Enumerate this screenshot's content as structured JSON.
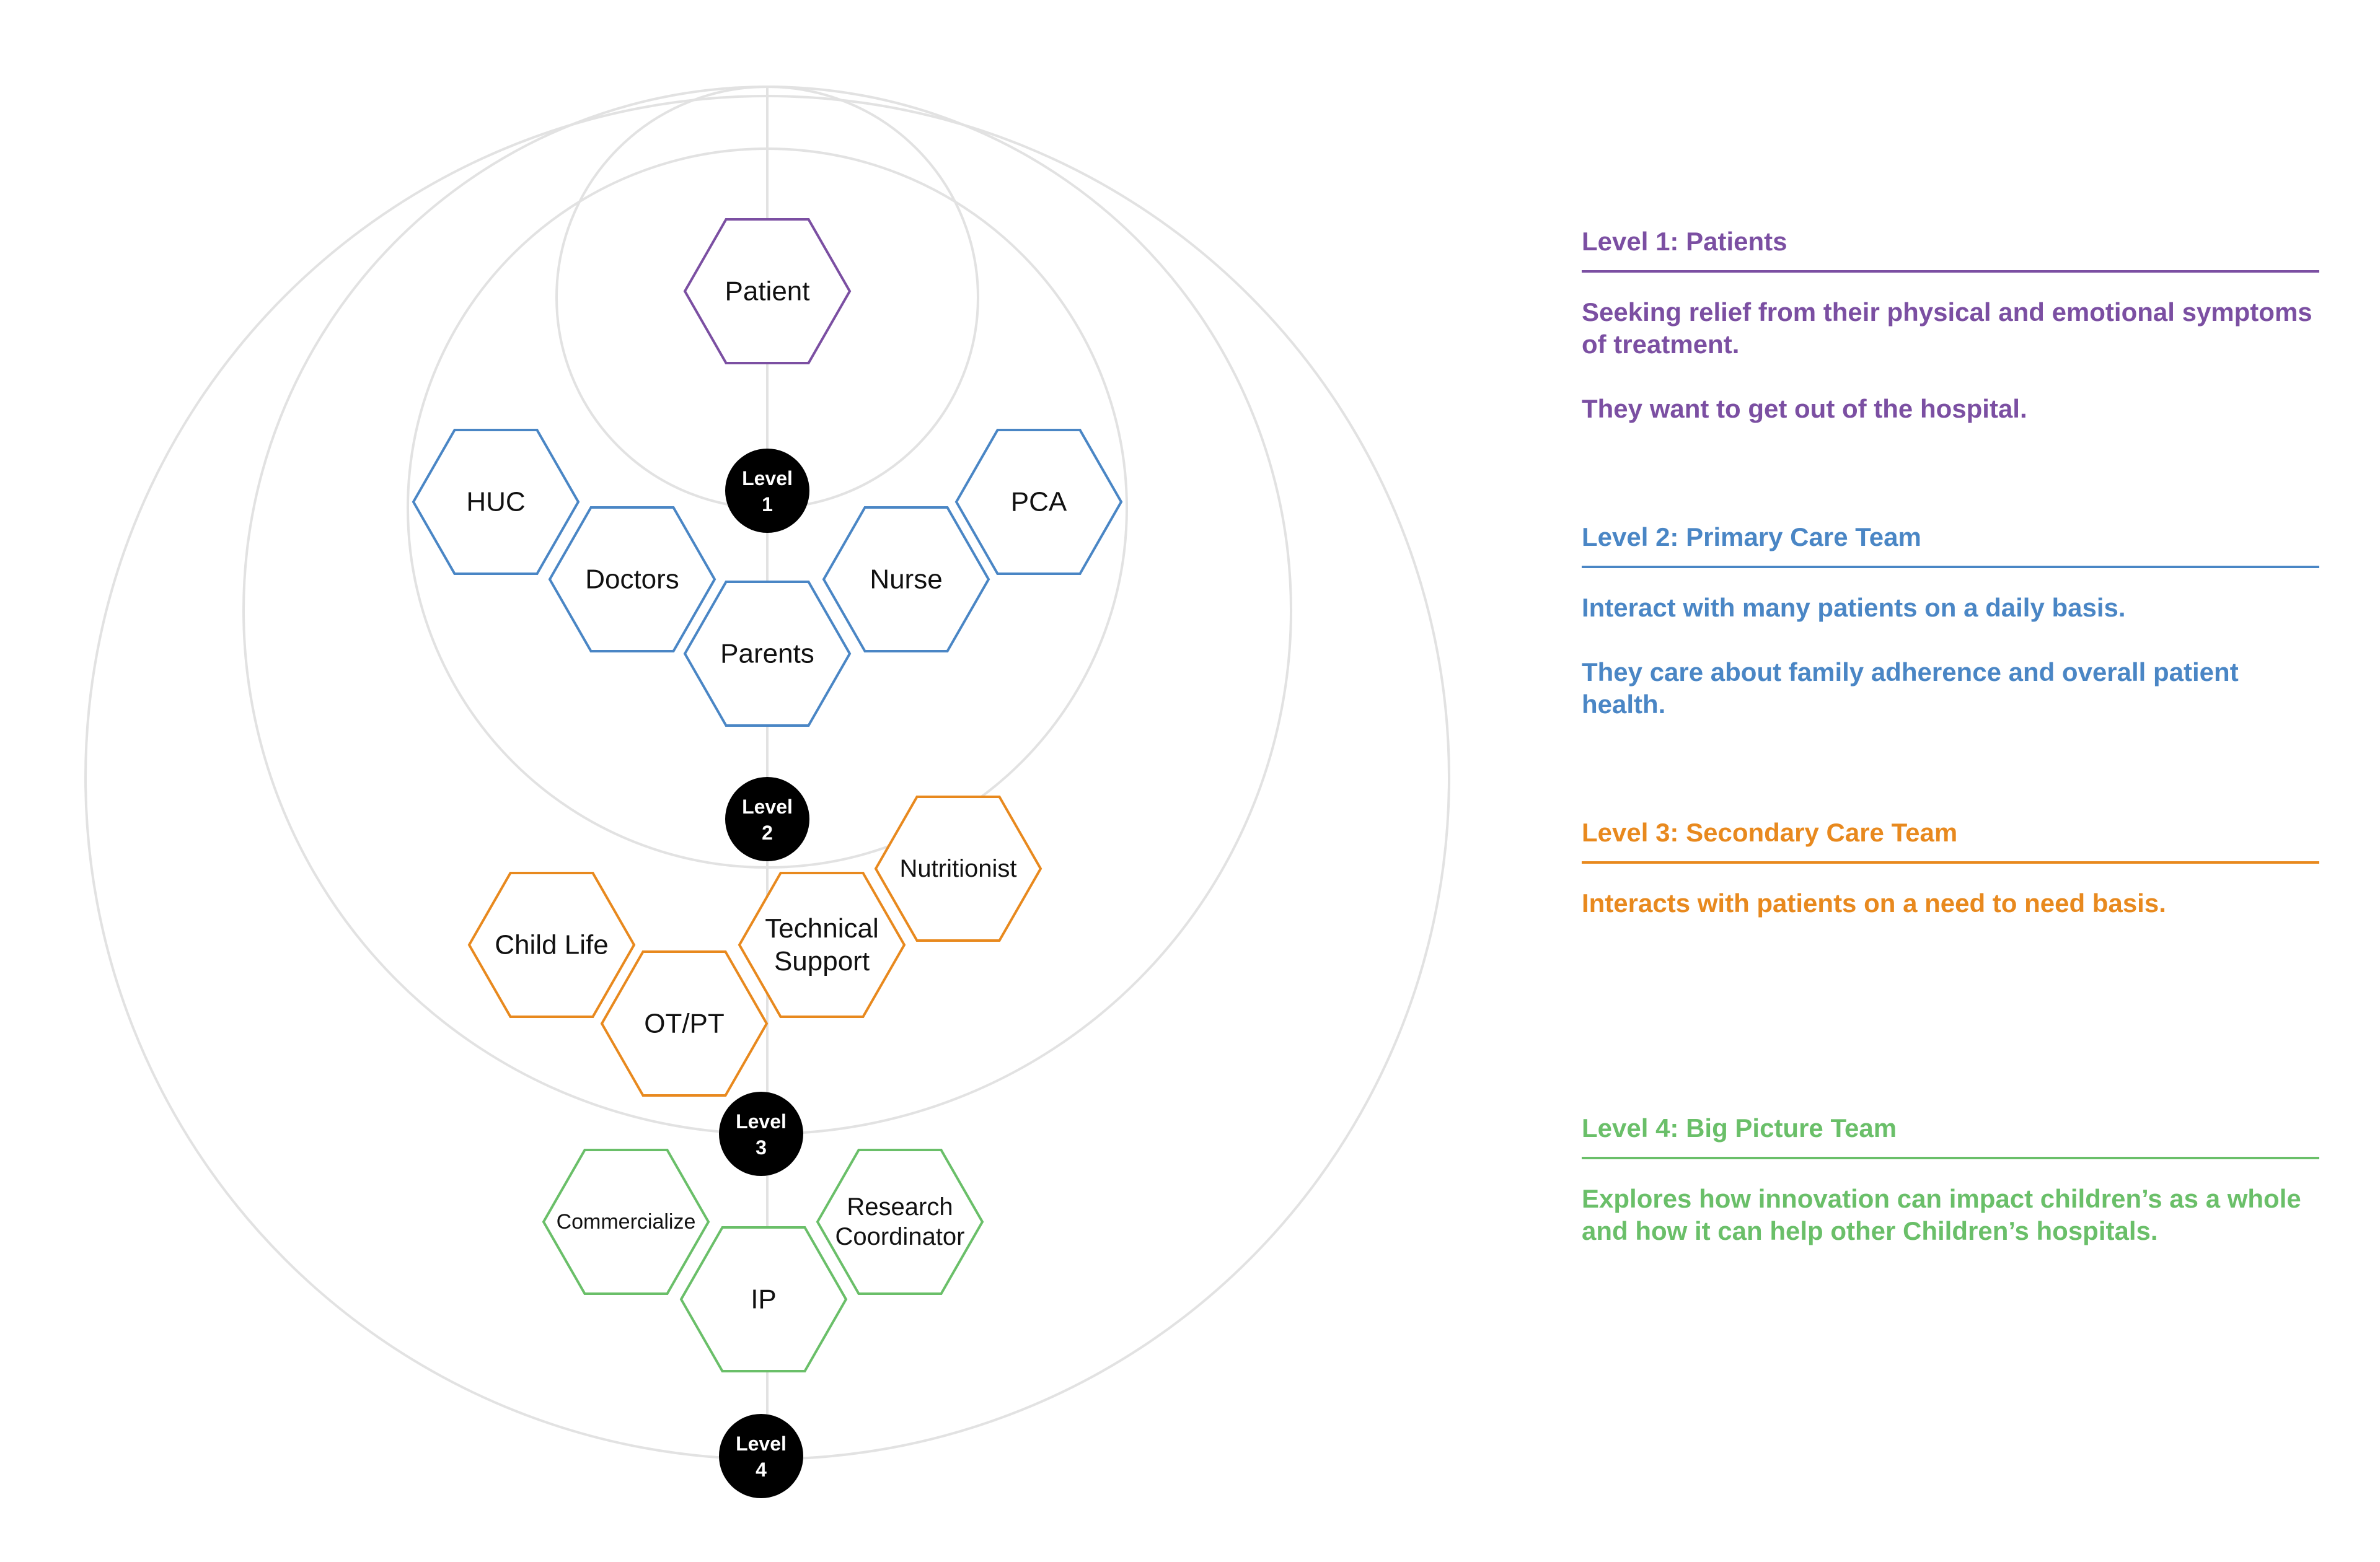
{
  "colors": {
    "purple": "#7b4fa2",
    "blue": "#4a86c5",
    "orange": "#e8891e",
    "green": "#6abf69",
    "ring": "#e2e2e2",
    "badge": "#000000"
  },
  "diagram": {
    "hexagons": [
      {
        "id": "patient",
        "lines": [
          "Patient"
        ],
        "color": "purple"
      },
      {
        "id": "huc",
        "lines": [
          "HUC"
        ],
        "color": "blue"
      },
      {
        "id": "doctors",
        "lines": [
          "Doctors"
        ],
        "color": "blue"
      },
      {
        "id": "parents",
        "lines": [
          "Parents"
        ],
        "color": "blue"
      },
      {
        "id": "nurse",
        "lines": [
          "Nurse"
        ],
        "color": "blue"
      },
      {
        "id": "pca",
        "lines": [
          "PCA"
        ],
        "color": "blue"
      },
      {
        "id": "child-life",
        "lines": [
          "Child Life"
        ],
        "color": "orange"
      },
      {
        "id": "ot-pt",
        "lines": [
          "OT/PT"
        ],
        "color": "orange"
      },
      {
        "id": "technical-support",
        "lines": [
          "Technical",
          "Support"
        ],
        "color": "orange"
      },
      {
        "id": "nutritionist",
        "lines": [
          "Nutritionist"
        ],
        "color": "orange"
      },
      {
        "id": "commercialize",
        "lines": [
          "Commercialize"
        ],
        "color": "green"
      },
      {
        "id": "ip",
        "lines": [
          "IP"
        ],
        "color": "green"
      },
      {
        "id": "research-coordinator",
        "lines": [
          "Research",
          "Coordinator"
        ],
        "color": "green"
      }
    ],
    "level_badges": [
      {
        "id": "level-1",
        "lines": [
          "Level",
          "1"
        ]
      },
      {
        "id": "level-2",
        "lines": [
          "Level",
          "2"
        ]
      },
      {
        "id": "level-3",
        "lines": [
          "Level",
          "3"
        ]
      },
      {
        "id": "level-4",
        "lines": [
          "Level",
          "4"
        ]
      }
    ]
  },
  "legend": [
    {
      "title": "Level 1: Patients",
      "color": "purple",
      "paragraphs": [
        "Seeking relief from their physical and emotional symptoms of treatment.",
        "They want to get out of the hospital."
      ]
    },
    {
      "title": "Level 2: Primary Care Team",
      "color": "blue",
      "paragraphs": [
        "Interact with many patients on a daily basis.",
        "They care about family adherence and overall patient health."
      ]
    },
    {
      "title": "Level 3: Secondary Care Team",
      "color": "orange",
      "paragraphs": [
        "Interacts with patients on a need to need basis."
      ]
    },
    {
      "title": "Level 4: Big Picture Team",
      "color": "green",
      "paragraphs": [
        "Explores how innovation can impact children’s as a whole and how it can help other Children’s hospitals."
      ]
    }
  ]
}
